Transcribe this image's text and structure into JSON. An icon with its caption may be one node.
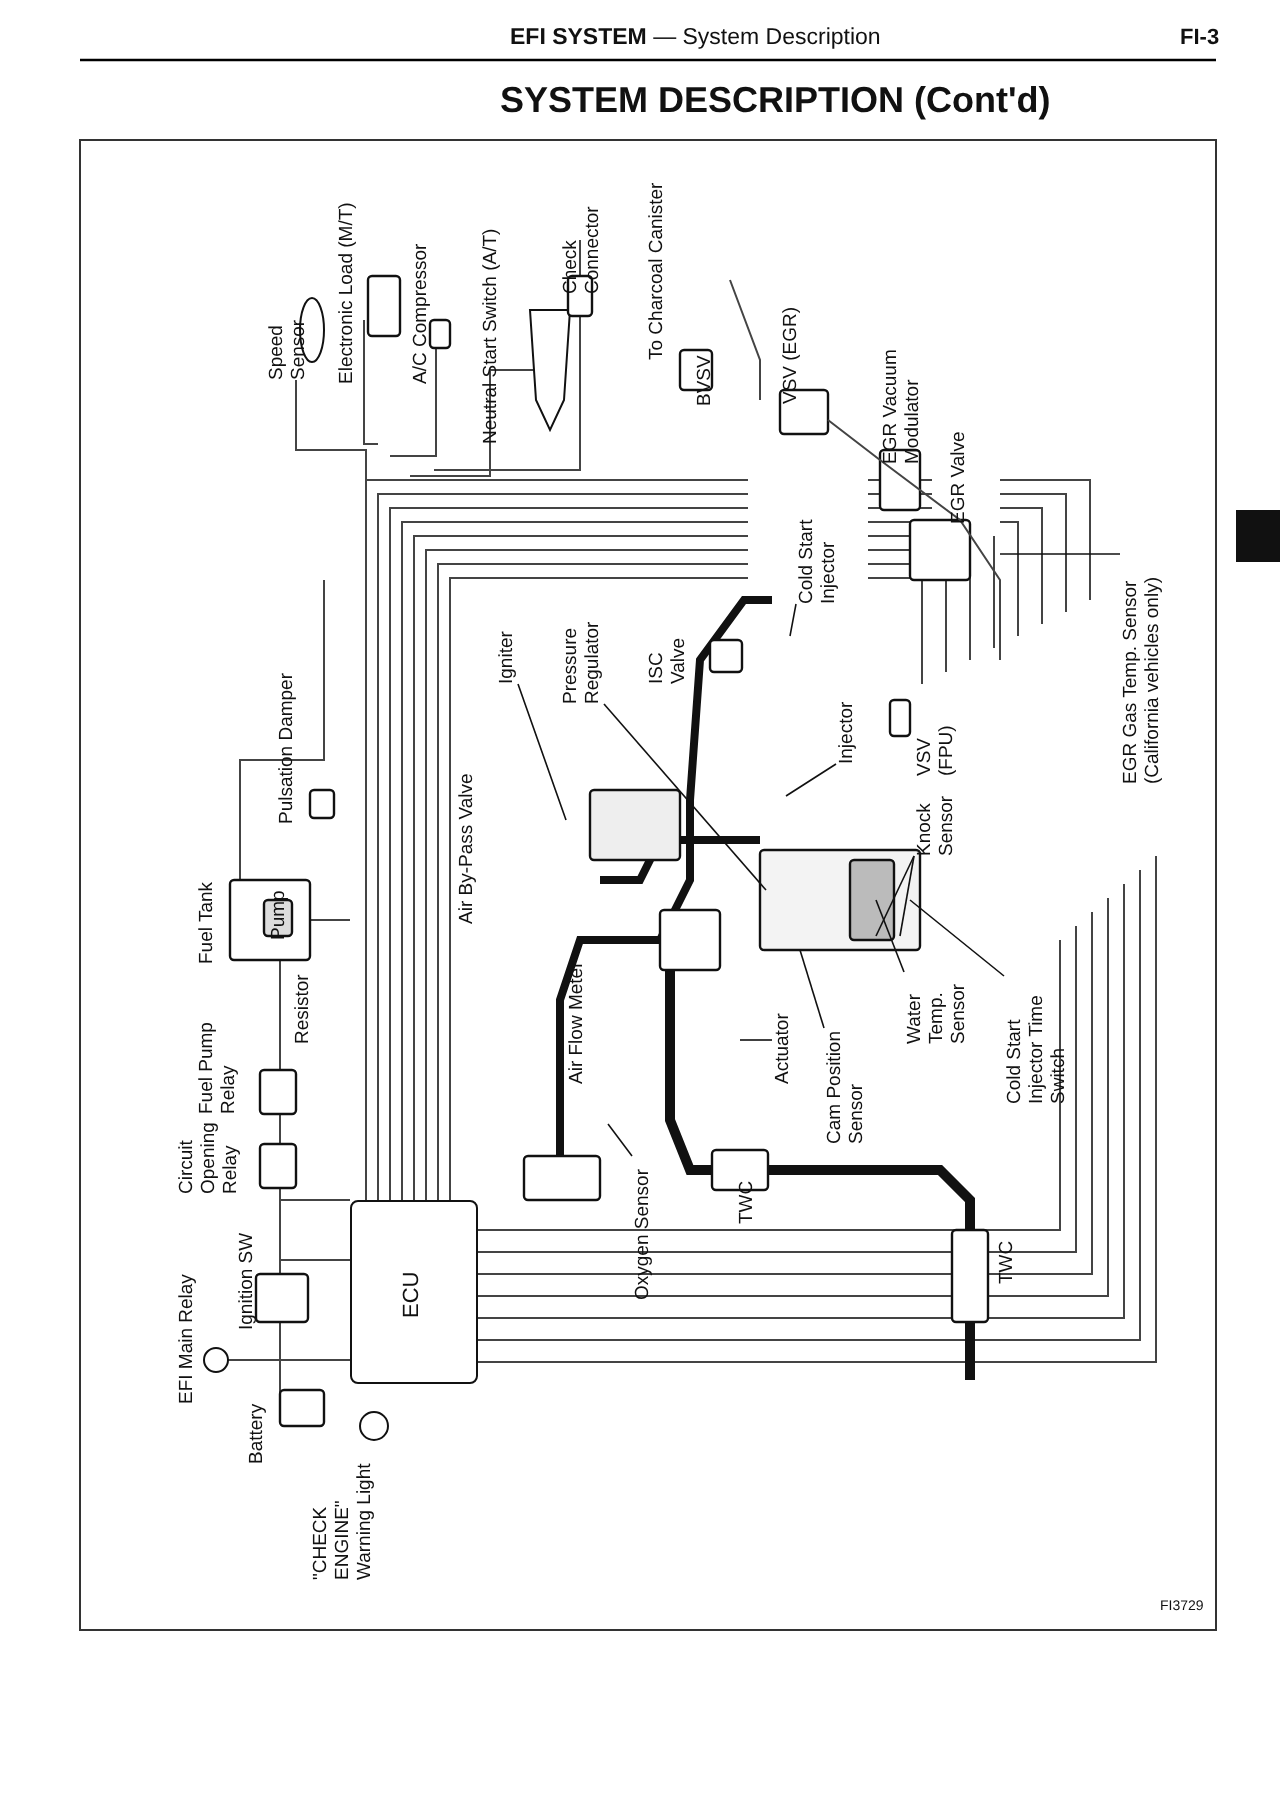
{
  "diagram": {
    "title": "SYSTEM DESCRIPTION (Cont'd)",
    "nodes": [
      {
        "text": [
          "Igniter"
        ]
      },
      {
        "text": [
          "Pressure Regulator"
        ]
      },
      {
        "text": [
          "Cold Start Injector"
        ]
      },
      {
        "text": [
          "Injector"
        ]
      },
      {
        "text": [
          "Knock Sensor"
        ]
      },
      {
        "text": [
          "EGR Gas Temp. Sensor (California vehicles only)"
        ]
      },
      {
        "text": [
          "ECU"
        ]
      },
      {
        "text": [
          "Oxygen Sensor"
        ]
      },
      {
        "text": [
          "Actuator"
        ]
      },
      {
        "text": [
          "Cam Position Sensor"
        ]
      },
      {
        "text": [
          "Water Temp. Sensor"
        ]
      },
      {
        "text": [
          "Cold Start Injector Time Switch"
        ]
      }
    ],
    "edges": [
      {
        "from": 0,
        "to": null,
        "arrow": "none"
      },
      {
        "from": 1,
        "to": null,
        "arrow": "none"
      },
      {
        "from": 2,
        "to": null,
        "arrow": "none"
      },
      {
        "from": 3,
        "to": null,
        "arrow": "none"
      },
      {
        "from": 4,
        "to": null,
        "arrow": "none"
      },
      {
        "from": 4,
        "to": null,
        "arrow": "none"
      },
      {
        "from": 5,
        "to": null,
        "arrow": "none"
      },
      {
        "from": 7,
        "to": null,
        "arrow": "none"
      },
      {
        "from": 8,
        "to": null,
        "arrow": "none"
      },
      {
        "from": 9,
        "to": null,
        "arrow": "none"
      },
      {
        "from": 10,
        "to": null,
        "arrow": "none"
      },
      {
        "from": 11,
        "to": null,
        "arrow": "none"
      }
    ],
    "labels": [
      "**EFI SYSTEM** — System Description",
      "FI-3",
      "Speed Sensor",
      "Electronic Load (M/T)",
      "A/C Compressor",
      "Neutral Start Switch (A/T)",
      "Check Connector",
      "To Charcoal Canister",
      "BVSV",
      "VSV (EGR)",
      "EGR Vacuum Modulator",
      "EGR Valve",
      "ISC Valve",
      "VSV (FPU)",
      "Pulsation Damper",
      "Air By-Pass Valve",
      "Fuel Tank",
      "Pump",
      "Resistor",
      "Fuel Pump Relay",
      "Circuit Opening Relay",
      "Air Flow Meter",
      "Ignition SW",
      "EFI Main Relay",
      "Battery",
      "\"CHECK ENGINE\" Warning Light",
      "TWC",
      "TWC",
      "FI3729"
    ]
  }
}
